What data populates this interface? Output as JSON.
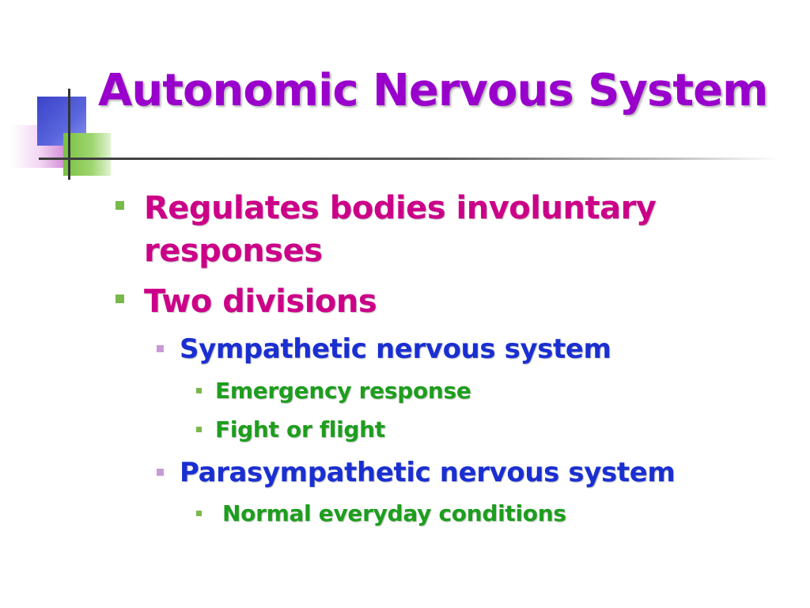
{
  "slide": {
    "title": "Autonomic Nervous System",
    "colors": {
      "title": "#9900cc",
      "level1_text": "#cc0088",
      "level2_text": "#1a2fd1",
      "level3_text": "#1d9e1d",
      "bullet_green": "#79b94a",
      "bullet_lavender": "#c89ad6",
      "ornament_blue": "#3a43c8",
      "ornament_green": "#78c043",
      "ornament_pink": "#c673cc"
    },
    "bullets": [
      {
        "level": 1,
        "text": "Regulates bodies involuntary responses"
      },
      {
        "level": 1,
        "text": "Two divisions"
      },
      {
        "level": 2,
        "text": "Sympathetic nervous system"
      },
      {
        "level": 3,
        "text": "Emergency response"
      },
      {
        "level": 3,
        "text": "Fight or flight"
      },
      {
        "level": 2,
        "text": "Parasympathetic nervous system"
      },
      {
        "level": 3,
        "text": "Normal everyday conditions"
      }
    ]
  }
}
